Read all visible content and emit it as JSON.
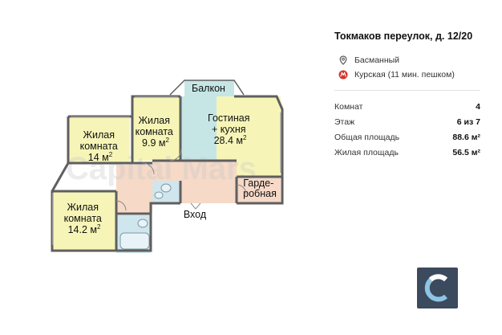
{
  "plan": {
    "watermark": "Capital Mars",
    "balcony_label": "Балкон",
    "entrance_label": "Вход",
    "rooms": [
      {
        "line1": "Жилая",
        "line2": "комната",
        "area": "14 м",
        "sup": "2"
      },
      {
        "line1": "Жилая",
        "line2": "комната",
        "area": "9.9 м",
        "sup": "2"
      },
      {
        "line1": "Гостиная",
        "line2": "+ кухня",
        "area": "28.4 м",
        "sup": "2"
      },
      {
        "line1": "Жилая",
        "line2": "комната",
        "area": "14.2 м",
        "sup": "2"
      },
      {
        "line1": "Гарде-",
        "line2": "робная"
      }
    ]
  },
  "info": {
    "title": "Токмаков переулок, д. 12/20",
    "district": "Басманный",
    "metro": "Курская (11 мин. пешком)",
    "district_icon": "location-pin-icon",
    "metro_icon": "metro-icon",
    "metro_color": "#d2332a",
    "stats": [
      {
        "label": "Комнат",
        "value": "4"
      },
      {
        "label": "Этаж",
        "value": "6 из 7"
      },
      {
        "label": "Общая площадь",
        "value": "88.6 м²"
      },
      {
        "label": "Жилая площадь",
        "value": "56.5 м²"
      }
    ]
  },
  "colors": {
    "living_room": "#f6f5b7",
    "kitchen_balcony": "#c6e6e5",
    "hall": "#f6d9c7",
    "bath": "#cfe6ee",
    "logo_bg": "#3c4a5d"
  }
}
